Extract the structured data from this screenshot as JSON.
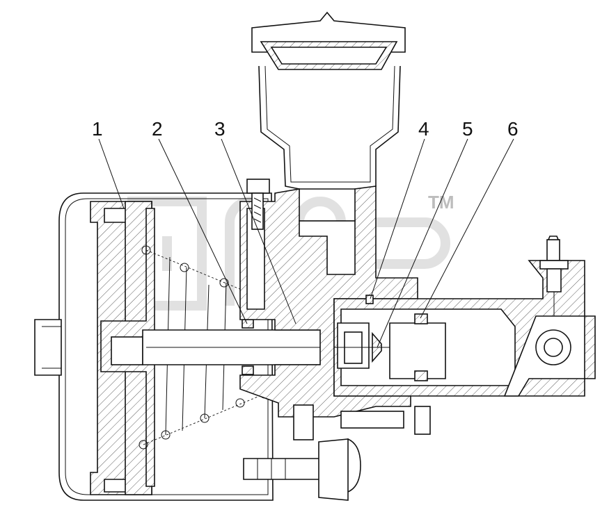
{
  "diagram": {
    "callouts": [
      {
        "id": "1",
        "label": "1"
      },
      {
        "id": "2",
        "label": "2"
      },
      {
        "id": "3",
        "label": "3"
      },
      {
        "id": "4",
        "label": "4"
      },
      {
        "id": "5",
        "label": "5"
      },
      {
        "id": "6",
        "label": "6"
      }
    ],
    "watermark_text": "TM"
  }
}
